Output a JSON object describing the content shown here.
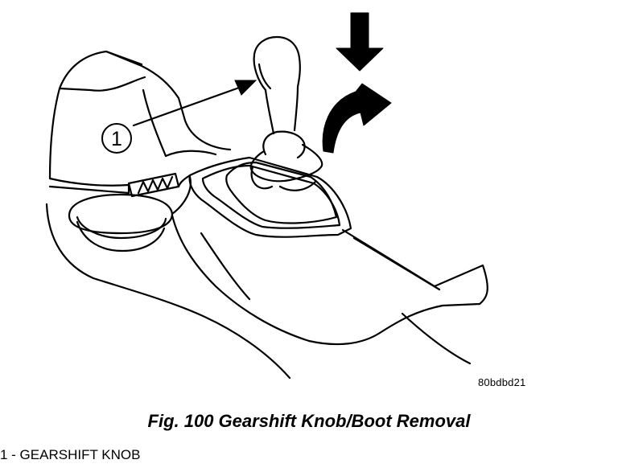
{
  "figure": {
    "callout_number": "1",
    "image_code": "80bdbd21",
    "caption": "Fig. 100 Gearshift Knob/Boot Removal",
    "legend": [
      {
        "text": "1 - GEARSHIFT KNOB"
      }
    ]
  },
  "colors": {
    "ink": "#000000",
    "paper": "#ffffff"
  }
}
